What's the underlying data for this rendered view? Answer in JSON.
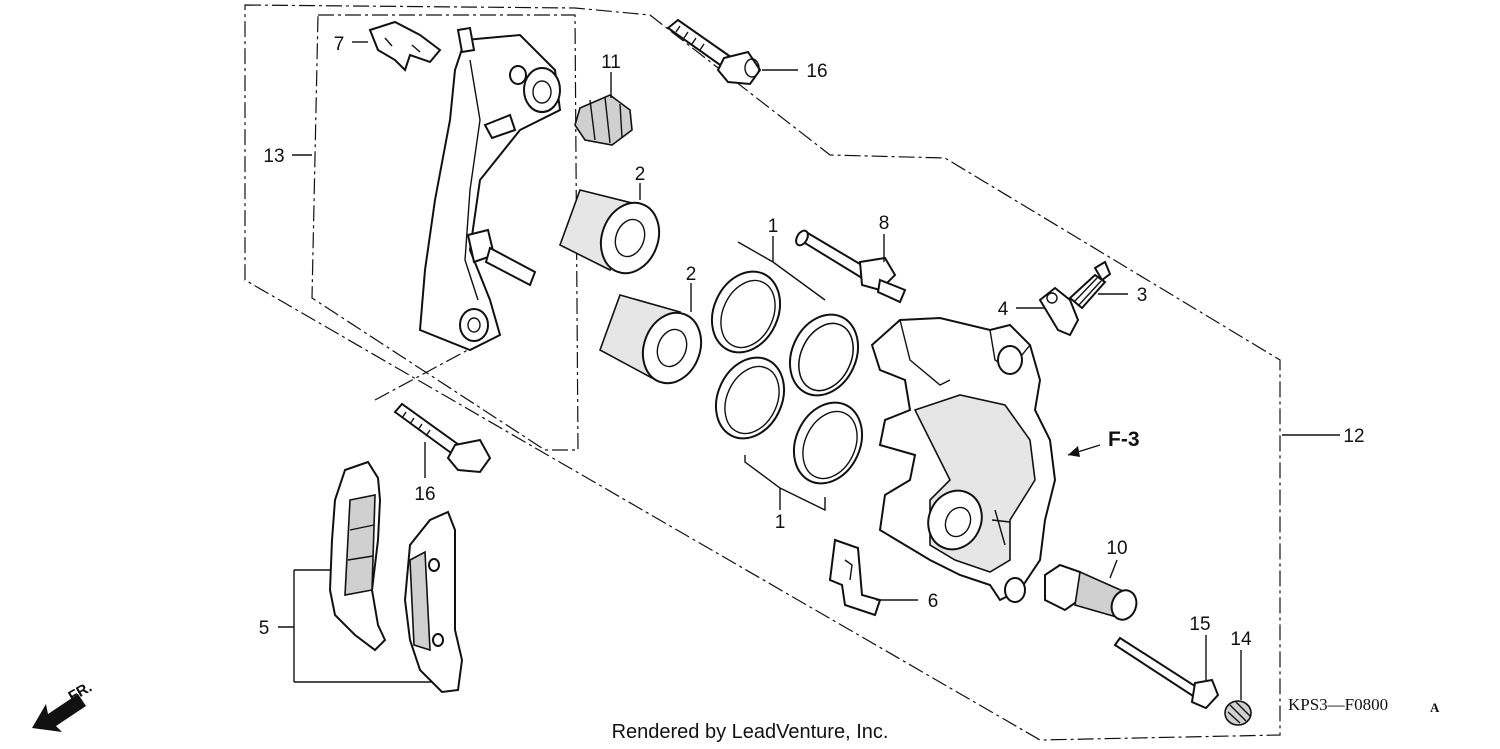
{
  "diagram": {
    "callouts": {
      "c1_top": "1",
      "c1_bottom": "1",
      "c2_upper": "2",
      "c2_lower": "2",
      "c3": "3",
      "c4": "4",
      "c5": "5",
      "c6": "6",
      "c7": "7",
      "c8": "8",
      "c10": "10",
      "c11": "11",
      "c12": "12",
      "c13": "13",
      "c14": "14",
      "c15": "15",
      "c16_top": "16",
      "c16_lower": "16"
    },
    "ref_label": "F-3",
    "direction_label": "FR.",
    "part_code": "KPS3—F0800",
    "part_code_suffix": "A",
    "footer": "Rendered by LeadVenture, Inc."
  }
}
